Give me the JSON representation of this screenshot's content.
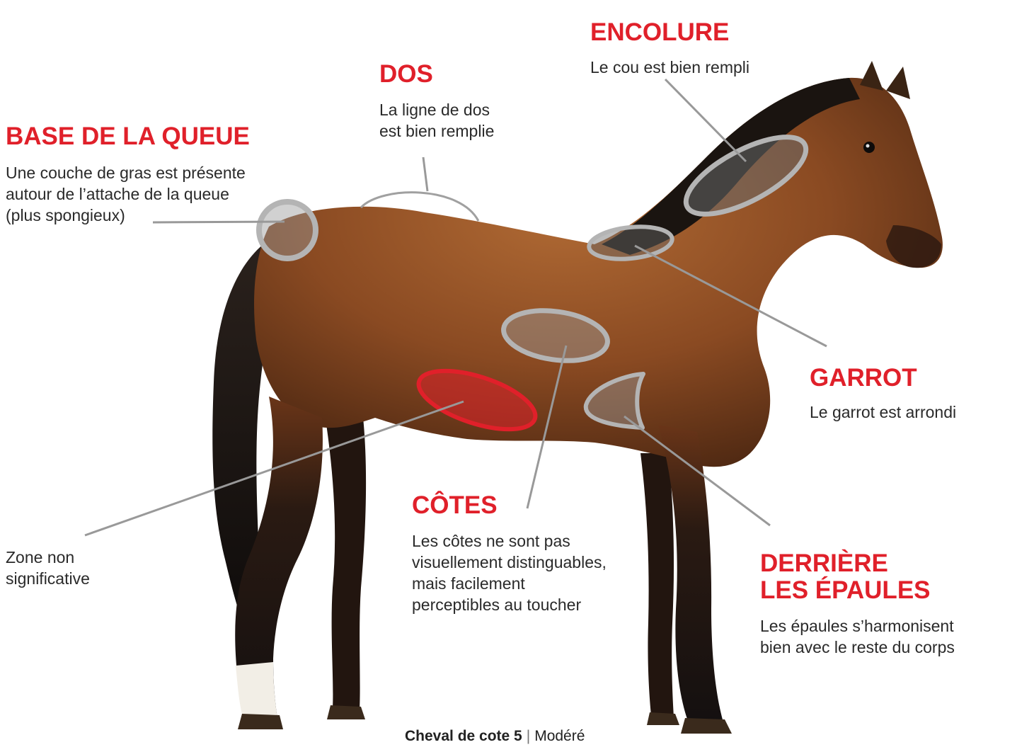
{
  "zones": {
    "base_queue": {
      "title": "BASE DE LA QUEUE",
      "lines": [
        "Une couche de gras est présente",
        "autour de l’attache de la queue",
        "(plus spongieux)"
      ]
    },
    "dos": {
      "title": "DOS",
      "lines": [
        "La ligne de dos",
        "est bien remplie"
      ]
    },
    "encolure": {
      "title": "ENCOLURE",
      "lines": [
        "Le cou est bien rempli"
      ]
    },
    "garrot": {
      "title": "GARROT",
      "lines": [
        "Le garrot est arrondi"
      ]
    },
    "cotes": {
      "title": "CÔTES",
      "lines": [
        "Les côtes ne sont pas",
        "visuellement distinguables,",
        "mais facilement",
        "perceptibles au toucher"
      ]
    },
    "derriere_epaules": {
      "title_lines": [
        "DERRIÈRE",
        "LES ÉPAULES"
      ],
      "lines": [
        "Les épaules s’harmonisent",
        "bien avec le reste du corps"
      ]
    },
    "zone_non": {
      "lines": [
        "Zone non",
        "significative"
      ]
    }
  },
  "caption": {
    "strong": "Cheval de cote 5",
    "separator": "|",
    "text": "Modéré"
  },
  "colors": {
    "accent_red": "#e0202a",
    "marker_gray": "#a8a8a8",
    "text_dark": "#2a2a2a",
    "coat_bay": "#8a4a22",
    "mane_black": "#1a1410"
  }
}
